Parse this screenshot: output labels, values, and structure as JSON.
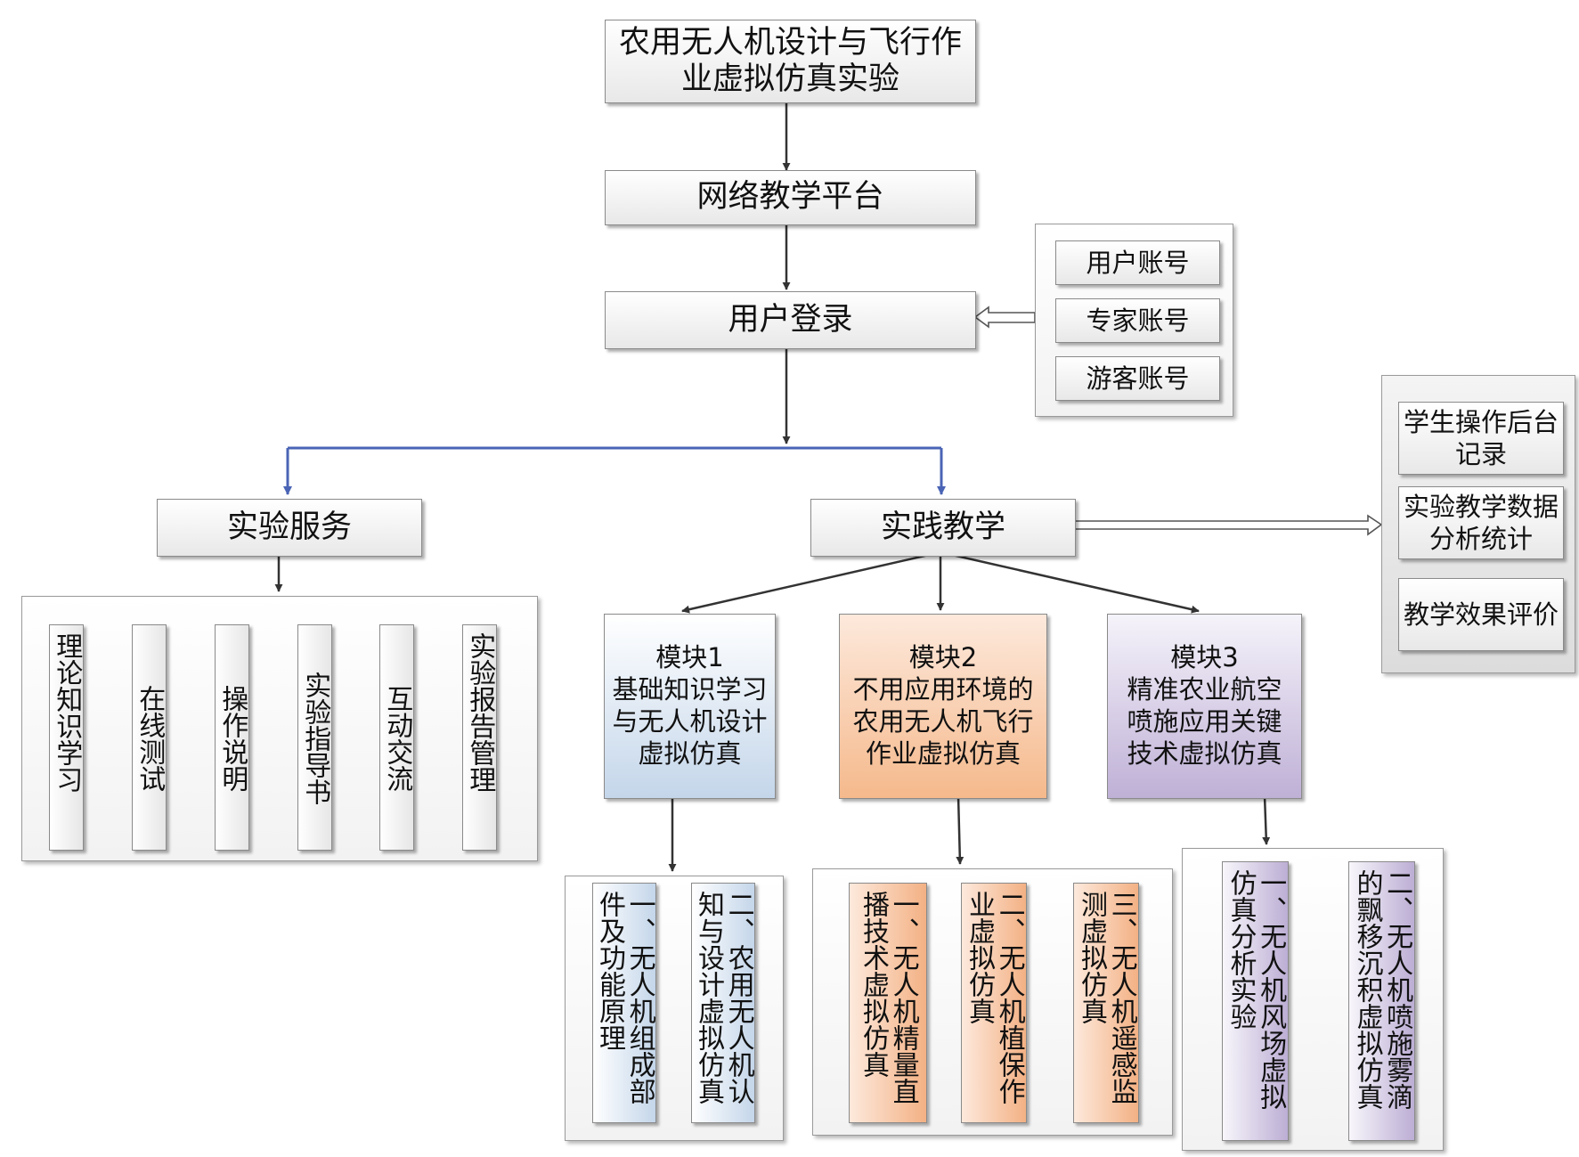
{
  "root": "农用无人机设计与飞行作业虚拟仿真实验",
  "platform": "网络教学平台",
  "login": "用户登录",
  "accounts": [
    "用户账号",
    "专家账号",
    "游客账号"
  ],
  "services": {
    "title": "实验服务",
    "items": [
      "理论知识学习",
      "在线测试",
      "操作说明",
      "实验指导书",
      "互动交流",
      "实验报告管理"
    ]
  },
  "practice": {
    "title": "实践教学"
  },
  "backend": [
    "学生操作后台记录",
    "实验教学数据分析统计",
    "教学效果评价"
  ],
  "modules": [
    {
      "label": "模块1",
      "desc": "基础知识学习与无人机设计虚拟仿真",
      "color": "#c4d6ea",
      "items": [
        "一、无人机组成部件及功能原理",
        "二、农用无人机认知与设计虚拟仿真"
      ]
    },
    {
      "label": "模块2",
      "desc": "不用应用环境的农用无人机飞行作业虚拟仿真",
      "color": "#f5b98c",
      "items": [
        "一、无人机精量直播技术虚拟仿真",
        "二、无人机植保作业虚拟仿真",
        "三、无人机遥感监测虚拟仿真"
      ]
    },
    {
      "label": "模块3",
      "desc": "精准农业航空喷施应用关键技术虚拟仿真",
      "color": "#bfb0d6",
      "items": [
        "一、无人机风场虚拟仿真分析实验",
        "二、无人机喷施雾滴的飘移沉积虚拟仿真"
      ]
    }
  ],
  "colors": {
    "branch_line": "#4a64b5",
    "line": "#333333"
  }
}
